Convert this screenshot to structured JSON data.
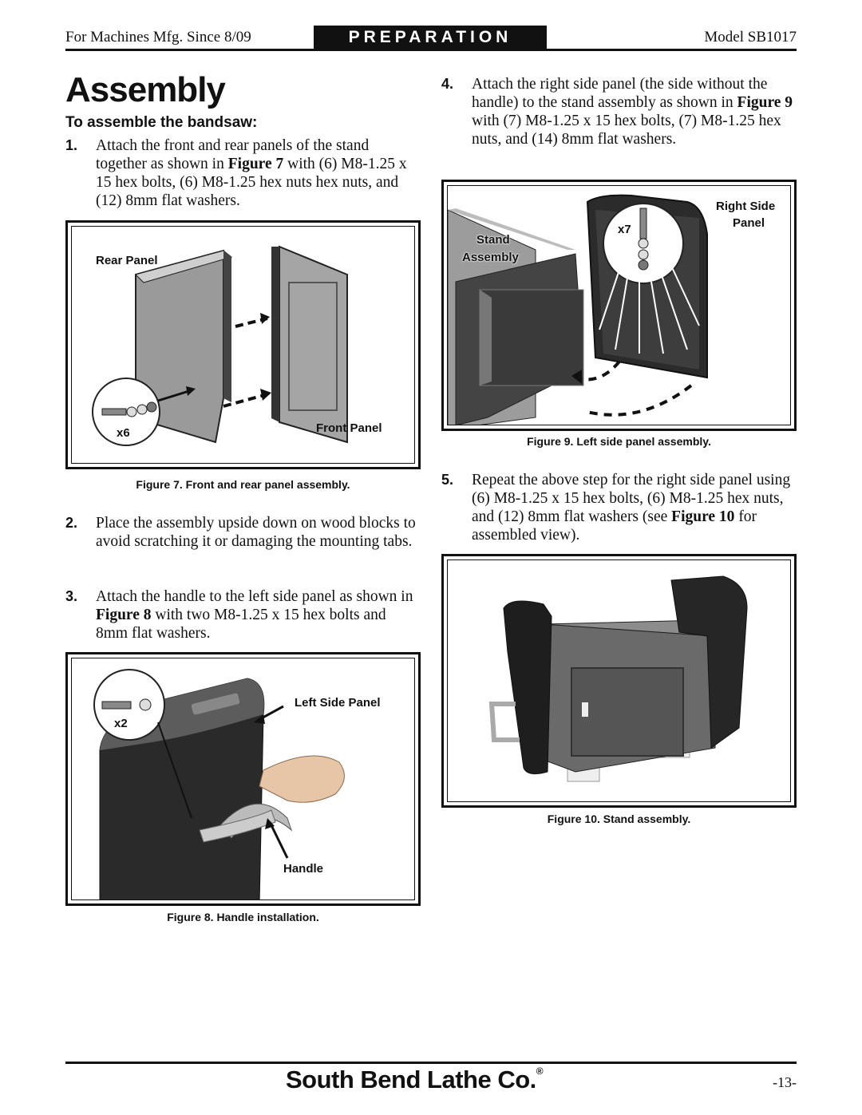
{
  "header": {
    "left": "For Machines Mfg. Since 8/09",
    "section": "PREPARATION",
    "right": "Model SB1017"
  },
  "title": "Assembly",
  "subheading": "To assemble the bandsaw:",
  "steps": [
    {
      "num": "1.",
      "pre": "Attach the front and rear panels of the stand together as shown in ",
      "fig": "Figure 7",
      "post": " with (6) M8-1.25 x 15 hex bolts, (6) M8-1.25 hex nuts hex nuts, and (12) 8mm flat washers."
    },
    {
      "num": "2.",
      "pre": "Place the assembly upside down on wood blocks to avoid scratching it or damaging the mounting tabs.",
      "fig": "",
      "post": ""
    },
    {
      "num": "3.",
      "pre": "Attach the handle to the left side panel as shown in ",
      "fig": "Figure 8",
      "post": " with two M8-1.25 x 15 hex bolts and 8mm flat washers."
    },
    {
      "num": "4.",
      "pre": "Attach the right side panel (the side without the handle) to the stand assembly as shown in ",
      "fig": "Figure 9",
      "post": " with (7) M8-1.25 x 15 hex bolts, (7) M8-1.25 hex nuts, and (14) 8mm flat washers."
    },
    {
      "num": "5.",
      "pre": "Repeat the above step for the right side panel using (6) M8-1.25 x 15 hex bolts, (6) M8-1.25 hex nuts, and (12) 8mm flat washers (see ",
      "fig": "Figure 10",
      "post": " for assembled view)."
    }
  ],
  "figures": {
    "fig7": {
      "caption": "Figure 7. Front and rear panel assembly.",
      "labels": {
        "rear": "Rear Panel",
        "front": "Front Panel",
        "qty": "x6"
      }
    },
    "fig8": {
      "caption": "Figure 8. Handle installation.",
      "labels": {
        "left_side": "Left Side Panel",
        "handle": "Handle",
        "qty": "x2"
      }
    },
    "fig9": {
      "caption": "Figure 9. Left side panel assembly.",
      "labels": {
        "right_side_1": "Right Side",
        "right_side_2": "Panel",
        "stand_1": "Stand",
        "stand_2": "Assembly",
        "qty": "x7"
      }
    },
    "fig10": {
      "caption": "Figure 10. Stand assembly."
    }
  },
  "footer": {
    "brand": "South Bend Lathe Co.",
    "registered": "®",
    "page": "-13-"
  }
}
